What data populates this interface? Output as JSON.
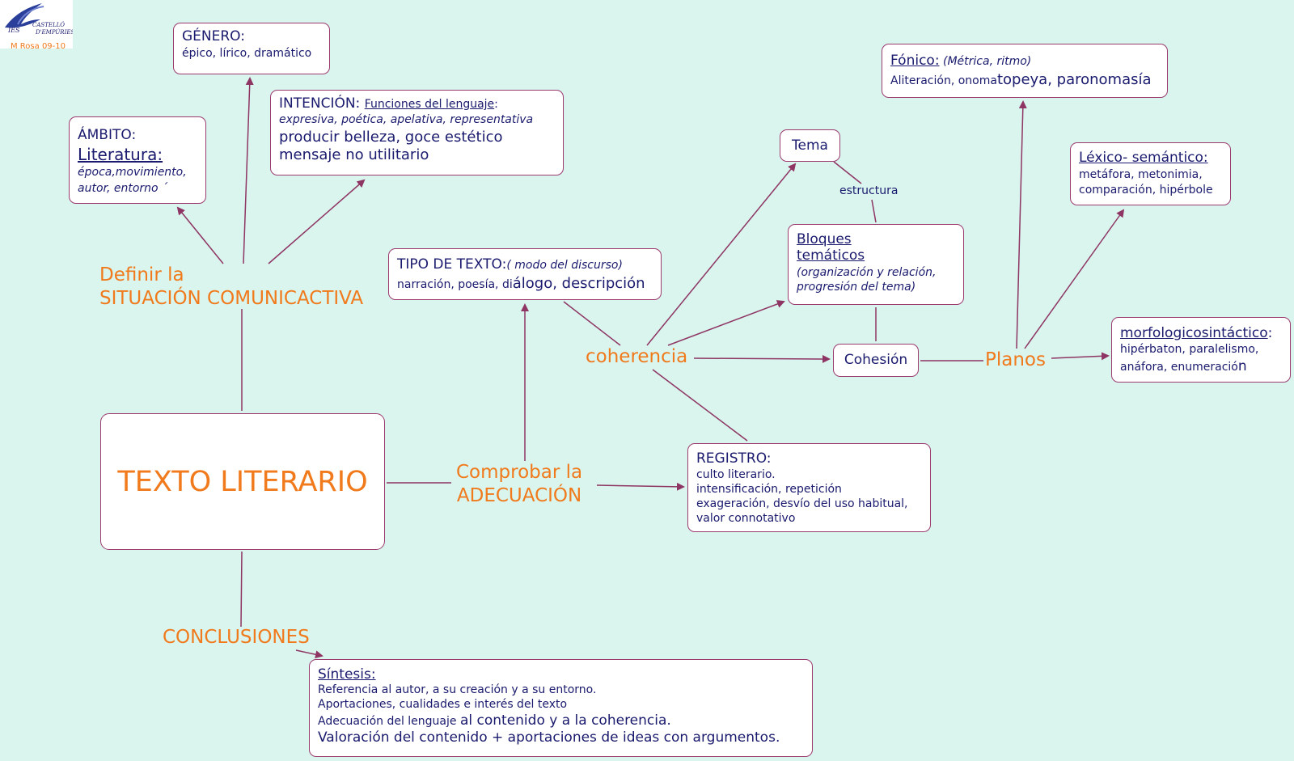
{
  "logo": {
    "credit": "M Rosa 09-10"
  },
  "main": {
    "title": "TEXTO LITERARIO"
  },
  "labels": {
    "situacion_1": "Definir la",
    "situacion_2": "SITUACIÓN COMUNICACTIVA",
    "adecuacion_1": "Comprobar la",
    "adecuacion_2": "ADECUACIÓN",
    "conclusiones": "CONCLUSIONES",
    "coherencia": "coherencia",
    "planos": "Planos",
    "estructura": "estructura"
  },
  "genero": {
    "title": "GÉNERO:",
    "line1": "épico, lírico, dramático"
  },
  "ambito": {
    "title": "ÁMBITO:",
    "subtitle": "Literatura:",
    "line1": "época,movimiento,",
    "line2": " autor, entorno  ´"
  },
  "intencion": {
    "title": "INTENCIÓN: ",
    "link": "Funciones del lenguaje",
    "colon": ":",
    "line1": "expresiva, poética, apelativa,  representativa",
    "line2": "producir belleza, goce estético",
    "line3": "mensaje no utilitario"
  },
  "tipo": {
    "title": "TIPO DE TEXTO:",
    "title_it": "( modo del discurso)",
    "line1a": "narración, poesía, di",
    "line1b": "álogo, descripción"
  },
  "tema": {
    "label": "Tema"
  },
  "bloques": {
    "title1": "Bloques ",
    "title2": "temáticos",
    "line1": "(organización y relación,",
    "line2": "progresión del tema)"
  },
  "cohesion": {
    "label": "Cohesión"
  },
  "fonico": {
    "title": "Fónico:",
    "title_it": " (Métrica,  ritmo)",
    "line1a": "Aliteración, onoma",
    "line1b": "topeya, paronomasía"
  },
  "lexico": {
    "title": "Léxico- semántico:",
    "line1": "metáfora, metonimia,",
    "line2": "comparación, hipérbole"
  },
  "morfo": {
    "title": "morfologicosintáctico",
    "colon": ":",
    "line1": "hipérbaton, paralelismo,",
    "line2a": "anáfora, enumeració",
    "line2b": "n"
  },
  "registro": {
    "title": "REGISTRO:",
    "line1": "culto literario.",
    "line2": "intensificación, repetición",
    "line3": "exageración, desvío del uso habitual,",
    "line4": " valor connotativo"
  },
  "sintesis": {
    "title": "Síntesis:",
    "line1": "Referencia al autor, a su creación y a su entorno.",
    "line2": "Aportaciones, cualidades e interés del texto",
    "line3a": "Adecuación del lenguaje ",
    "line3b": "al contenido y a la coherencia.",
    "line4": "Valoración del contenido + aportaciones de ideas con argumentos."
  },
  "colors": {
    "connector": "#8e3563",
    "accent": "#f07a1c",
    "text": "#1a1a6e",
    "background": "#d9f5ee"
  }
}
